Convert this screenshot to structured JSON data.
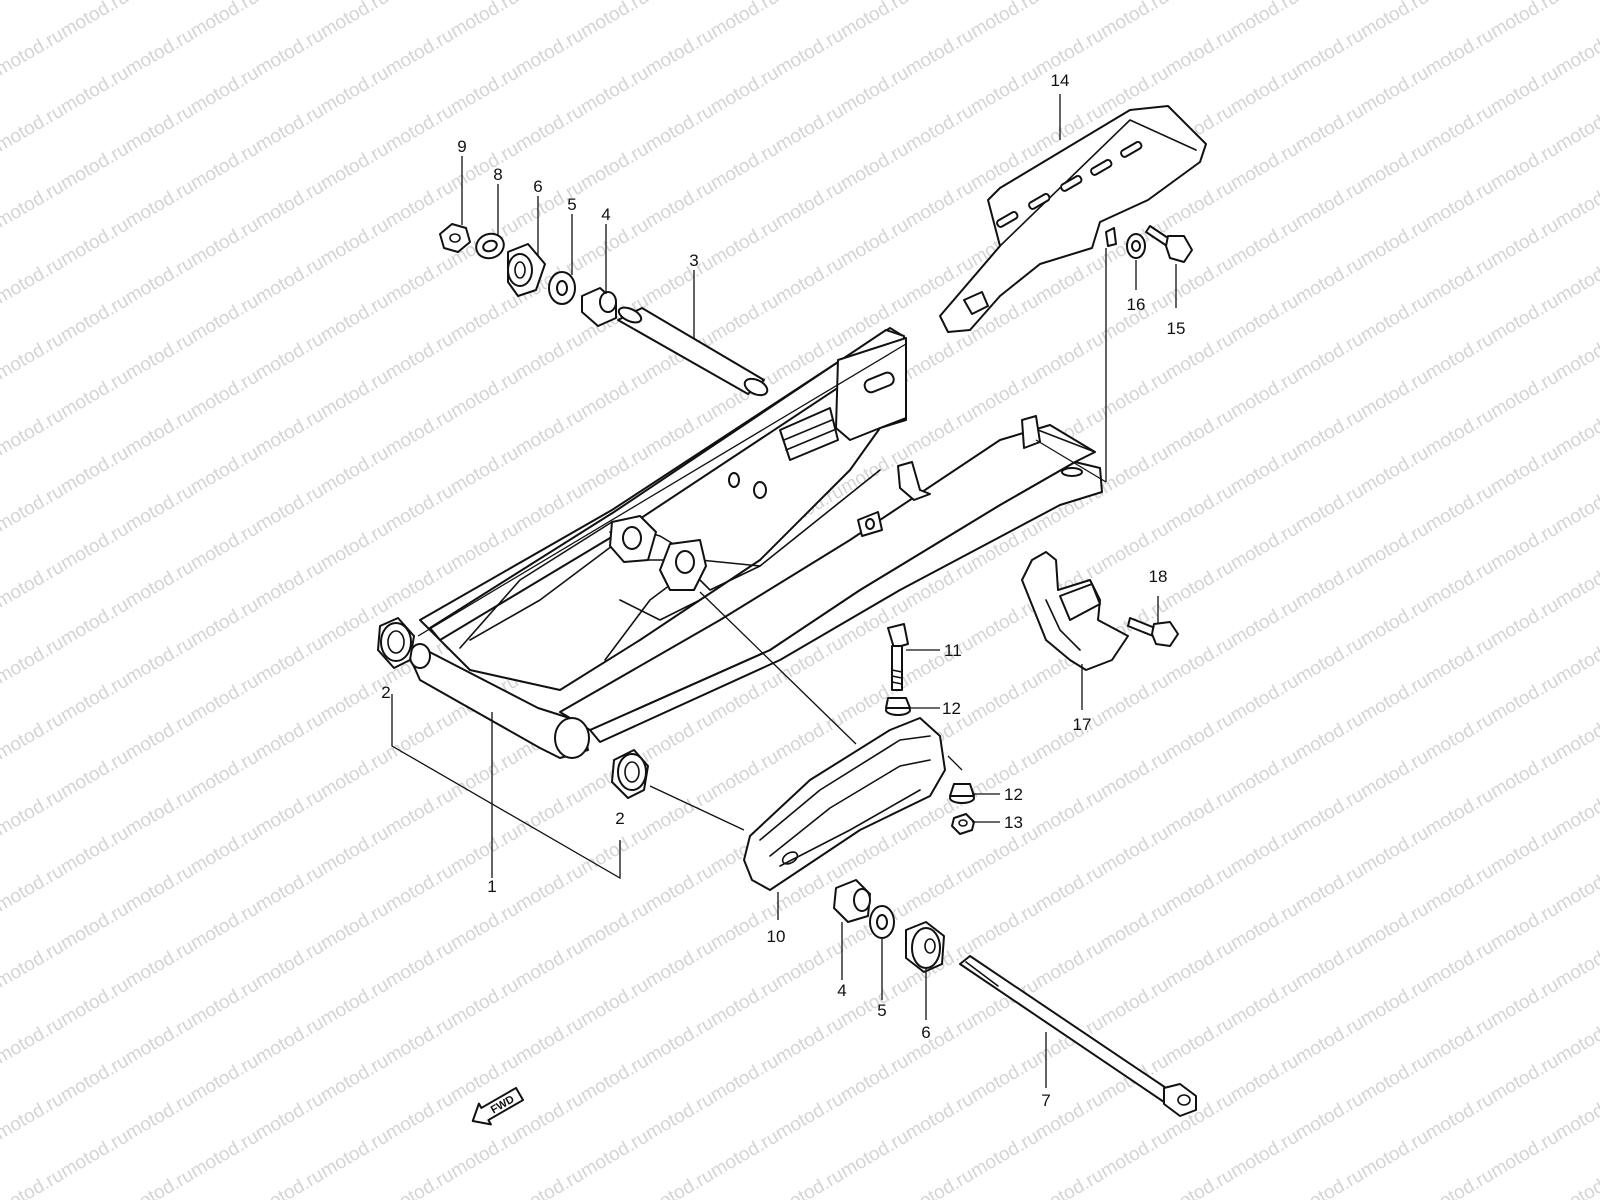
{
  "watermark": {
    "text": "motod.ru"
  },
  "direction_marker": {
    "text": "FWD",
    "icon": "forward-arrow-icon"
  },
  "callouts": [
    {
      "id": "c1",
      "label": "1"
    },
    {
      "id": "c2a",
      "label": "2"
    },
    {
      "id": "c2b",
      "label": "2"
    },
    {
      "id": "c3",
      "label": "3"
    },
    {
      "id": "c4a",
      "label": "4"
    },
    {
      "id": "c4b",
      "label": "4"
    },
    {
      "id": "c5a",
      "label": "5"
    },
    {
      "id": "c5b",
      "label": "5"
    },
    {
      "id": "c6a",
      "label": "6"
    },
    {
      "id": "c6b",
      "label": "6"
    },
    {
      "id": "c7",
      "label": "7"
    },
    {
      "id": "c8",
      "label": "8"
    },
    {
      "id": "c9",
      "label": "9"
    },
    {
      "id": "c10",
      "label": "10"
    },
    {
      "id": "c11",
      "label": "11"
    },
    {
      "id": "c12a",
      "label": "12"
    },
    {
      "id": "c12b",
      "label": "12"
    },
    {
      "id": "c13",
      "label": "13"
    },
    {
      "id": "c14",
      "label": "14"
    },
    {
      "id": "c15",
      "label": "15"
    },
    {
      "id": "c16",
      "label": "16"
    },
    {
      "id": "c17",
      "label": "17"
    },
    {
      "id": "c18",
      "label": "18"
    }
  ]
}
